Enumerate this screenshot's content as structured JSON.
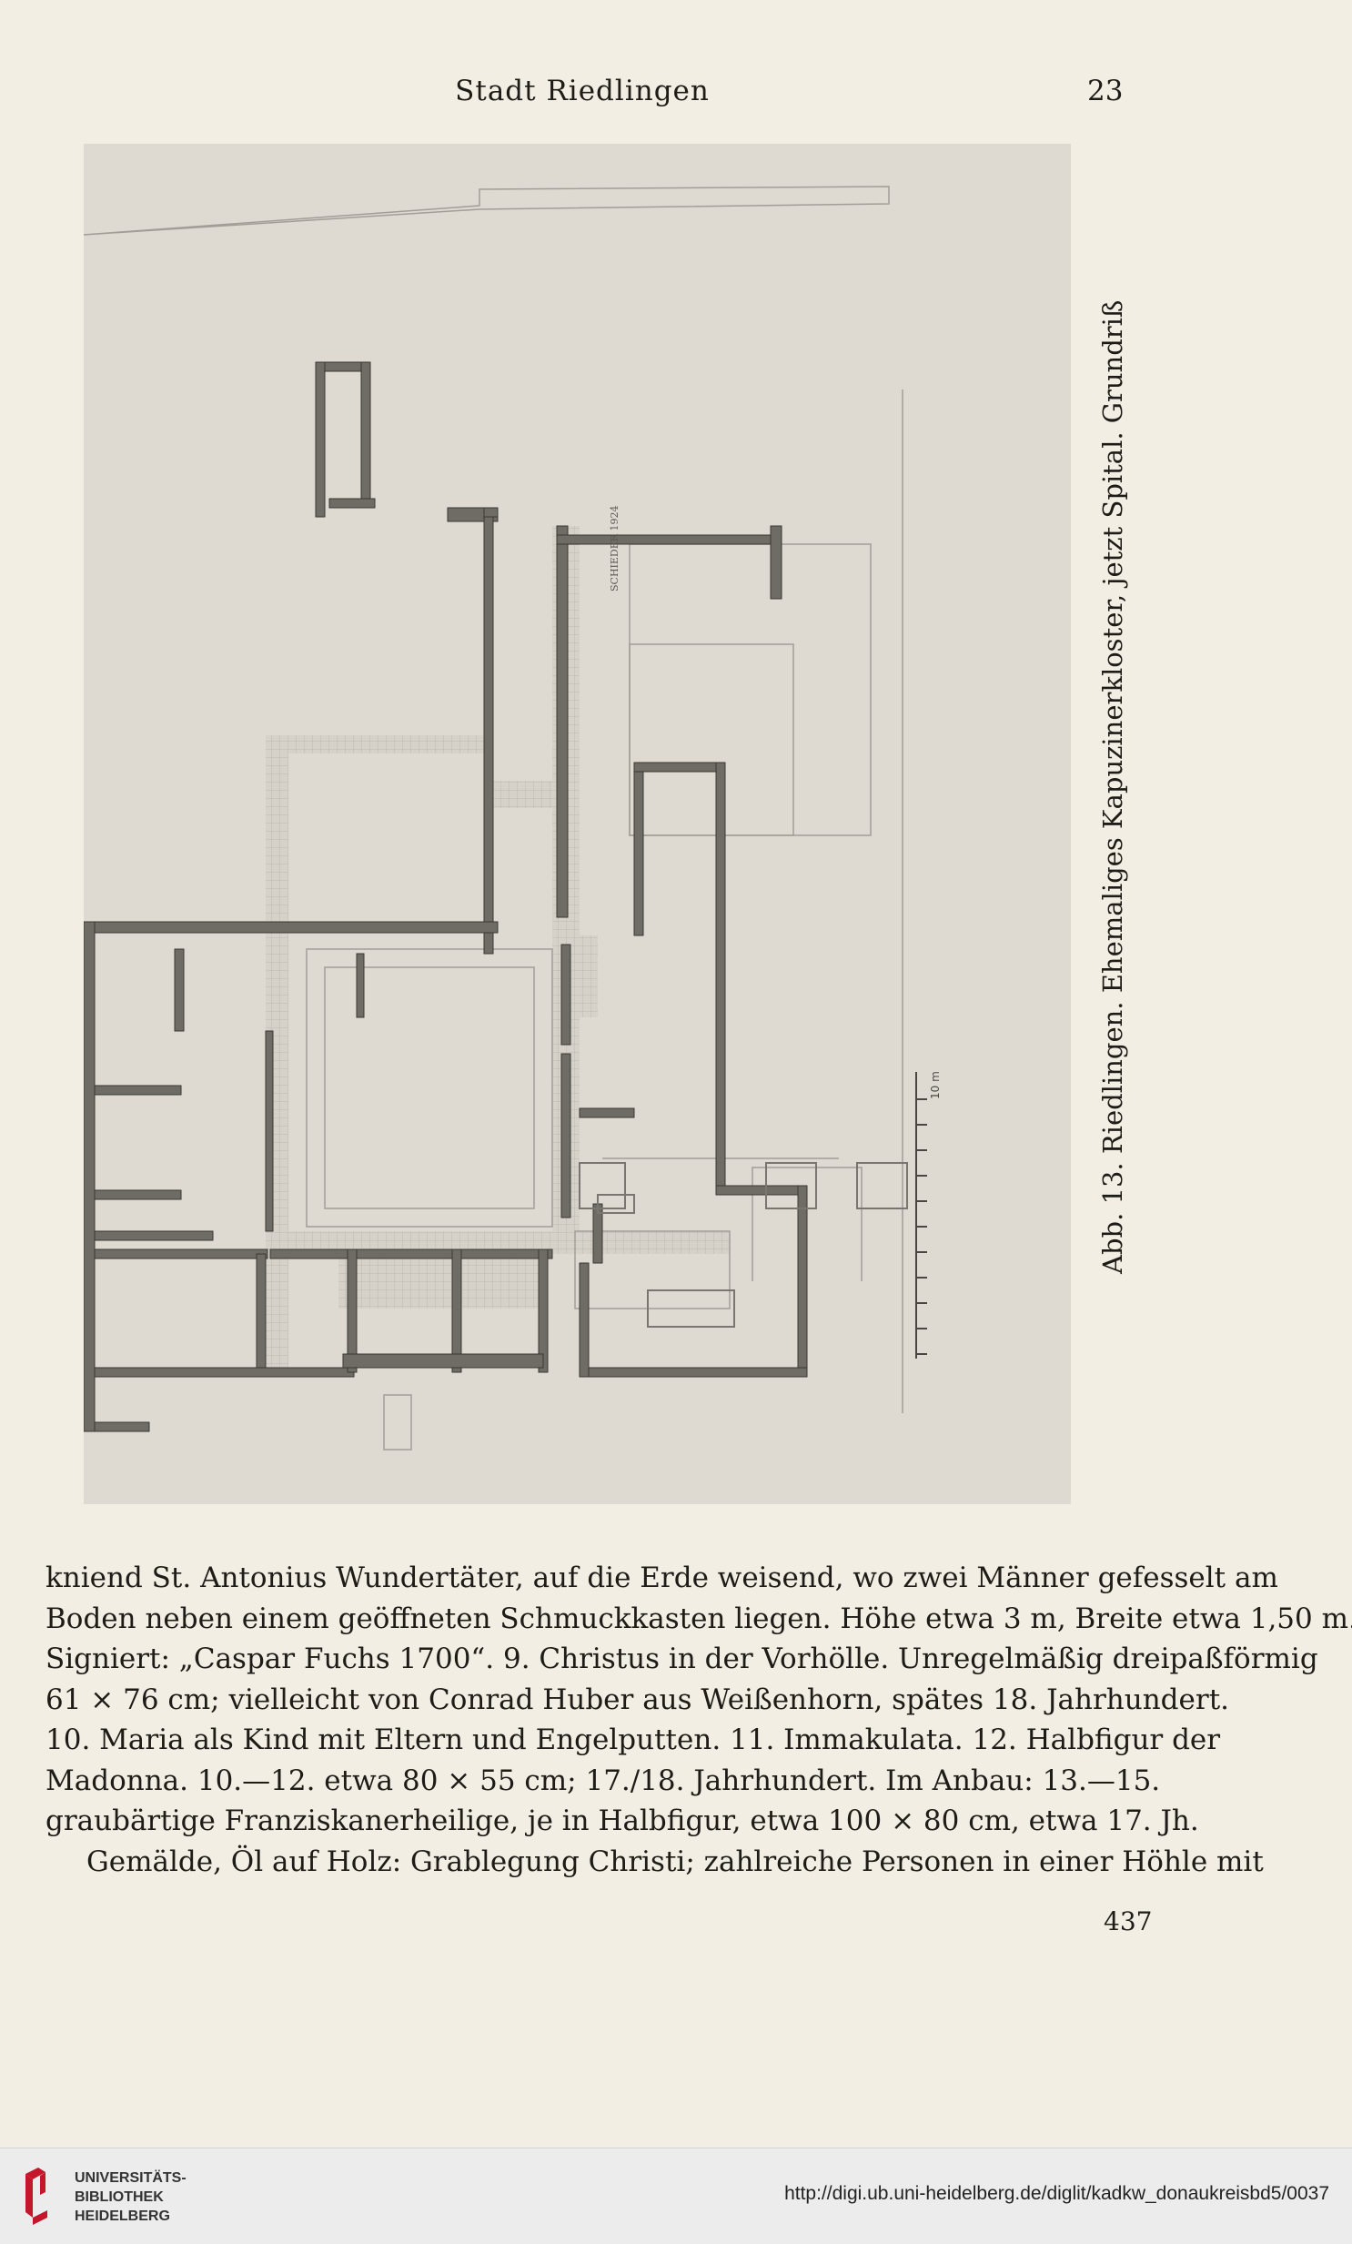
{
  "header": {
    "title": "Stadt Riedlingen",
    "page_number": "23"
  },
  "figure": {
    "caption": "Abb. 13. Riedlingen. Ehemaliges Kapuzinerkloster, jetzt Spital. Grundriß",
    "signature": "SCHIEDER 1924",
    "scale_label": "10 m"
  },
  "body": {
    "lines": [
      "kniend St. Antonius Wundertäter, auf die Erde weisend, wo zwei Männer gefesselt am",
      "Boden neben einem geöffneten Schmuckkasten liegen. Höhe etwa 3 m, Breite etwa 1,50 m.",
      "Signiert: „Caspar Fuchs 1700“. 9. Christus in der Vorhölle. Unregelmäßig dreipaßförmig",
      "61 × 76 cm; vielleicht von Conrad Huber aus Weißenhorn, spätes 18. Jahrhundert.",
      "10. Maria als Kind mit Eltern und Engelputten. 11. Immakulata. 12. Halbfigur der",
      "Madonna. 10.—12. etwa 80 × 55 cm; 17./18. Jahrhundert. Im Anbau: 13.—15.",
      "graubärtige Franziskanerheilige, je in Halbfigur, etwa 100 × 80 cm, etwa 17. Jh.",
      "Gemälde, Öl auf Holz: Grablegung Christi; zahlreiche Personen in einer Höhle mit"
    ]
  },
  "folio": "437",
  "footer": {
    "logo_lines": [
      "UNIVERSITÄTS-",
      "BIBLIOTHEK",
      "HEIDELBERG"
    ],
    "url": "http://digi.ub.uni-heidelberg.de/diglit/kadkw_donaukreisbd5/0037"
  }
}
